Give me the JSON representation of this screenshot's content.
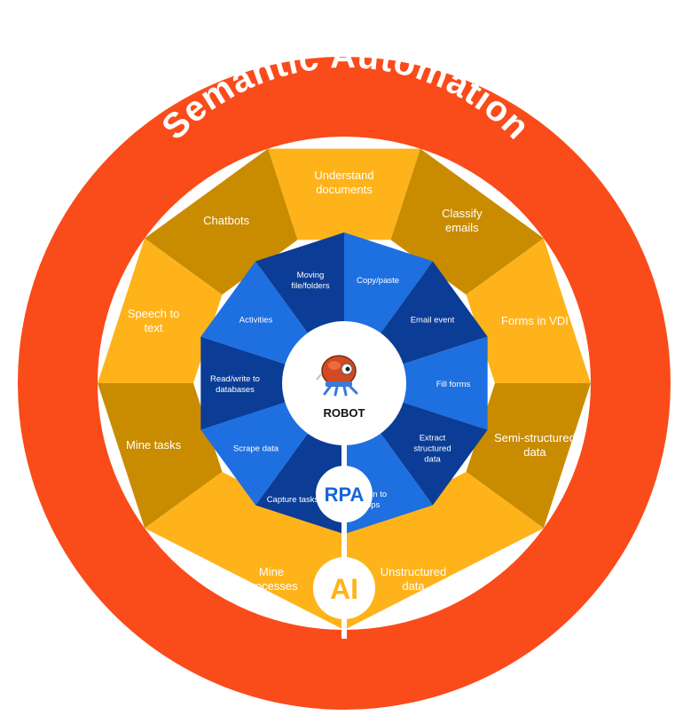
{
  "title": "Semantic Automation",
  "center": {
    "label": "ROBOT",
    "icon": "robot-mascot-icon"
  },
  "badges": {
    "rpa": "RPA",
    "ai": "AI"
  },
  "colors": {
    "outer_ring": "#fa4b1a",
    "ai_light": "#ffb31a",
    "ai_dark": "#c98c00",
    "rpa_light": "#1e6fe0",
    "rpa_dark": "#0b3d96",
    "rpa_badge_text": "#1565d8",
    "ai_badge_text": "#ffb31a"
  },
  "ai_segments": [
    {
      "label": "Understand documents",
      "tone": "light"
    },
    {
      "label": "Classify emails",
      "tone": "dark"
    },
    {
      "label": "Forms in VDI",
      "tone": "light"
    },
    {
      "label": "Semi-structured data",
      "tone": "dark"
    },
    {
      "label": "Unstructured data",
      "tone": "light"
    },
    {
      "label": "Mine processes",
      "tone": "light"
    },
    {
      "label": "Mine tasks",
      "tone": "dark"
    },
    {
      "label": "Speech to text",
      "tone": "light"
    },
    {
      "label": "Chatbots",
      "tone": "dark"
    }
  ],
  "rpa_segments": [
    {
      "label": "Copy/paste",
      "tone": "light"
    },
    {
      "label": "Email event",
      "tone": "dark"
    },
    {
      "label": "Fill forms",
      "tone": "light"
    },
    {
      "label": "Extract structured data",
      "tone": "dark"
    },
    {
      "label": "Log in to apps",
      "tone": "light"
    },
    {
      "label": "Capture tasks",
      "tone": "dark"
    },
    {
      "label": "Scrape data",
      "tone": "light"
    },
    {
      "label": "Read/write to databases",
      "tone": "dark"
    },
    {
      "label": "Activities",
      "tone": "light"
    },
    {
      "label": "Moving file/folders",
      "tone": "dark"
    }
  ]
}
